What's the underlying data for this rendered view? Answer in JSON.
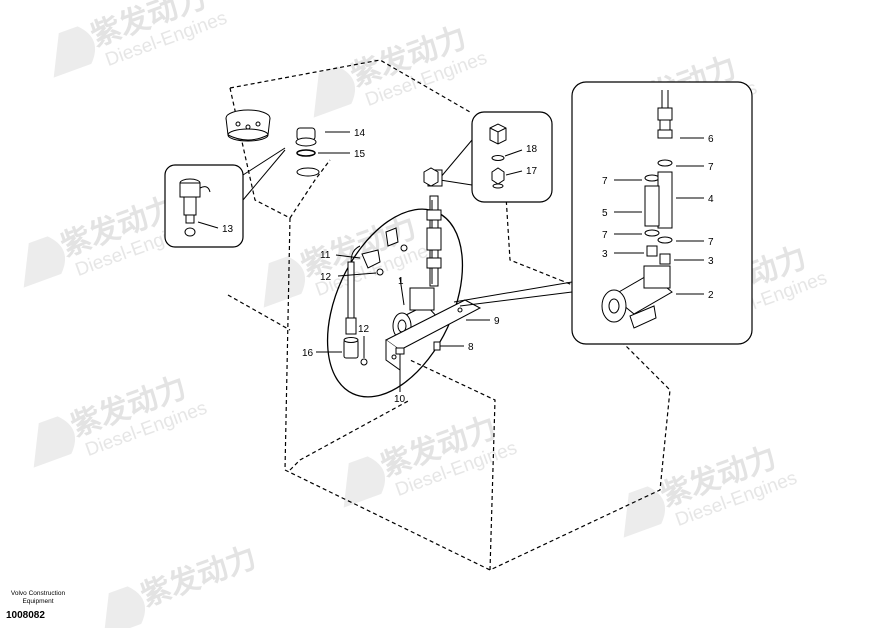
{
  "watermark": {
    "brand_cn": "紫发动力",
    "brand_en": "Diesel-Engines"
  },
  "callouts": {
    "c1": "1",
    "c2": "2",
    "c3a": "3",
    "c3b": "3",
    "c4": "4",
    "c5": "5",
    "c6": "6",
    "c7a": "7",
    "c7b": "7",
    "c7c": "7",
    "c7d": "7",
    "c8": "8",
    "c9": "9",
    "c10": "10",
    "c11": "11",
    "c12a": "12",
    "c12b": "12",
    "c13": "13",
    "c14": "14",
    "c15": "15",
    "c16": "16",
    "c17": "17",
    "c18": "18"
  },
  "footer": {
    "company_line1": "Volvo Construction",
    "company_line2": "Equipment",
    "drawing_number": "1008082"
  }
}
